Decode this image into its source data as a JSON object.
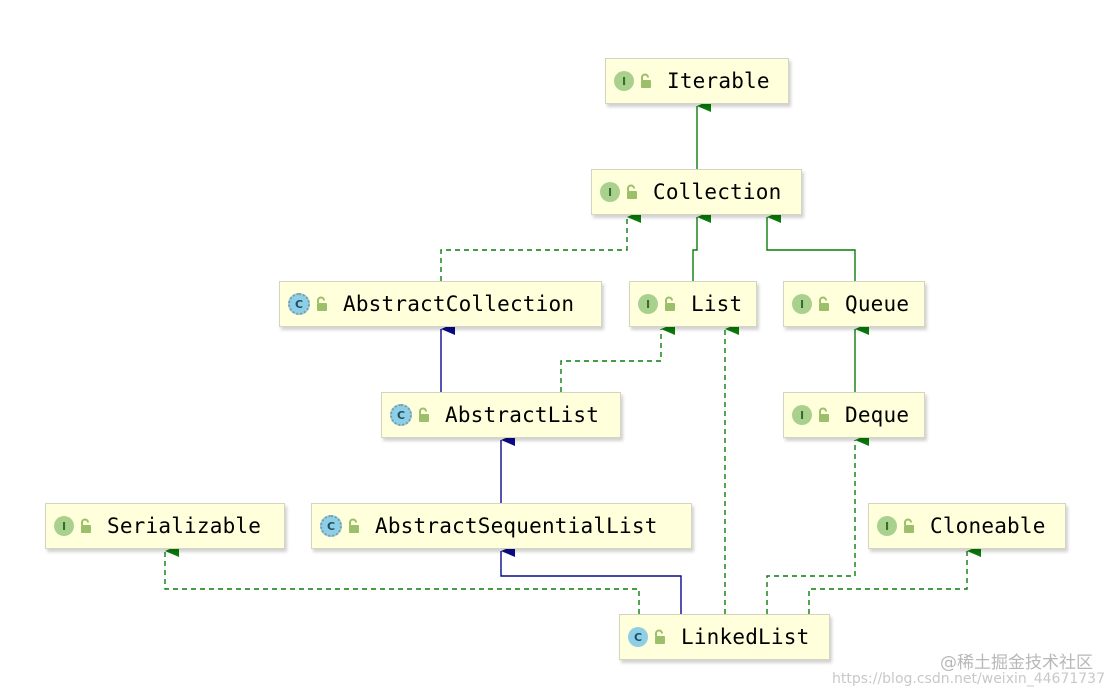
{
  "nodes": [
    {
      "id": "iterable",
      "label": "Iterable",
      "kind": "I",
      "kind_style": "iface"
    },
    {
      "id": "collection",
      "label": "Collection",
      "kind": "I",
      "kind_style": "iface"
    },
    {
      "id": "abstract-collection",
      "label": "AbstractCollection",
      "kind": "C",
      "kind_style": "abs"
    },
    {
      "id": "list",
      "label": "List",
      "kind": "I",
      "kind_style": "iface"
    },
    {
      "id": "queue",
      "label": "Queue",
      "kind": "I",
      "kind_style": "iface"
    },
    {
      "id": "abstract-list",
      "label": "AbstractList",
      "kind": "C",
      "kind_style": "abs"
    },
    {
      "id": "deque",
      "label": "Deque",
      "kind": "I",
      "kind_style": "iface"
    },
    {
      "id": "serializable",
      "label": "Serializable",
      "kind": "I",
      "kind_style": "iface"
    },
    {
      "id": "abstract-sequential-list",
      "label": "AbstractSequentialList",
      "kind": "C",
      "kind_style": "abs"
    },
    {
      "id": "cloneable",
      "label": "Cloneable",
      "kind": "I",
      "kind_style": "iface"
    },
    {
      "id": "linked-list",
      "label": "LinkedList",
      "kind": "C",
      "kind_style": "cls"
    }
  ],
  "edges": [
    {
      "from": "collection",
      "to": "iterable",
      "relation": "extends"
    },
    {
      "from": "abstract-collection",
      "to": "collection",
      "relation": "implements"
    },
    {
      "from": "list",
      "to": "collection",
      "relation": "extends"
    },
    {
      "from": "queue",
      "to": "collection",
      "relation": "extends"
    },
    {
      "from": "abstract-list",
      "to": "abstract-collection",
      "relation": "class-extends"
    },
    {
      "from": "abstract-list",
      "to": "list",
      "relation": "implements"
    },
    {
      "from": "deque",
      "to": "queue",
      "relation": "extends"
    },
    {
      "from": "abstract-sequential-list",
      "to": "abstract-list",
      "relation": "class-extends"
    },
    {
      "from": "linked-list",
      "to": "abstract-sequential-list",
      "relation": "class-extends"
    },
    {
      "from": "linked-list",
      "to": "serializable",
      "relation": "implements"
    },
    {
      "from": "linked-list",
      "to": "list",
      "relation": "implements"
    },
    {
      "from": "linked-list",
      "to": "deque",
      "relation": "implements"
    },
    {
      "from": "linked-list",
      "to": "cloneable",
      "relation": "implements"
    }
  ],
  "colors": {
    "extends": "#0a7d0a",
    "implements": "#0a7d0a",
    "class-extends": "#0a0a8c",
    "node_fill": "#ffffdc"
  },
  "watermark": {
    "brand": "@稀土掘金技术社区",
    "url": "https://blog.csdn.net/weixin_44671737"
  }
}
